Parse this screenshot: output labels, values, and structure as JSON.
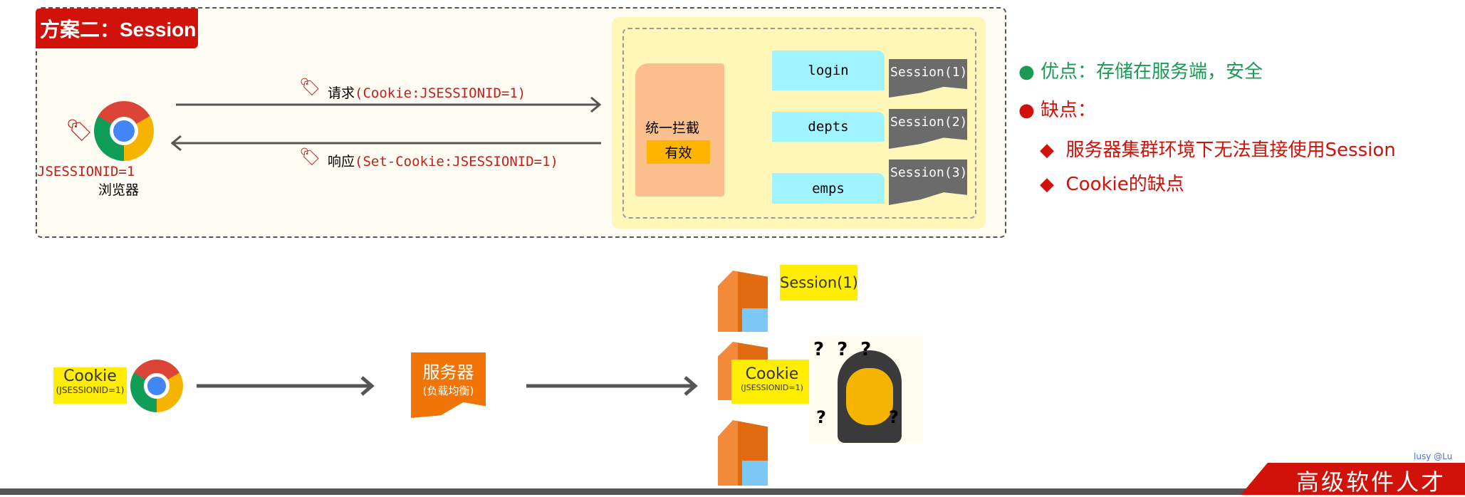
{
  "title": "方案二：Session",
  "browser": {
    "cookie_value": "JSESSIONID=1",
    "label": "浏览器"
  },
  "request": {
    "prefix": "请求",
    "detail": "(Cookie:JSESSIONID=1)"
  },
  "response": {
    "prefix": "响应",
    "detail": "(Set-Cookie:JSESSIONID=1)"
  },
  "server_panel": {
    "interceptor": "统一拦截",
    "valid": "有效",
    "endpoints": [
      "login",
      "depts",
      "emps"
    ],
    "sessions": [
      "Session(1)",
      "Session(2)",
      "Session(3)"
    ]
  },
  "pros_cons": {
    "pros": "优点：存储在服务端，安全",
    "cons": "缺点：",
    "cons_items": [
      "服务器集群环境下无法直接使用Session",
      "Cookie的缺点"
    ]
  },
  "cluster": {
    "cookie_title": "Cookie",
    "cookie_detail": "(JSESSIONID=1)",
    "load_balancer": "服务器",
    "load_balancer_sub": "(负载均衡)",
    "session_label": "Session(1)",
    "server_cookie_title": "Cookie",
    "server_cookie_detail": "(JSESSIONID=1)"
  },
  "banner": {
    "text": "高级软件人才",
    "watermark": "lusy @Lu"
  },
  "colors": {
    "title_red": "#d0120a",
    "pros_green": "#1a9a55",
    "cons_red": "#d0120a",
    "arrow_green": "#7cc142"
  }
}
